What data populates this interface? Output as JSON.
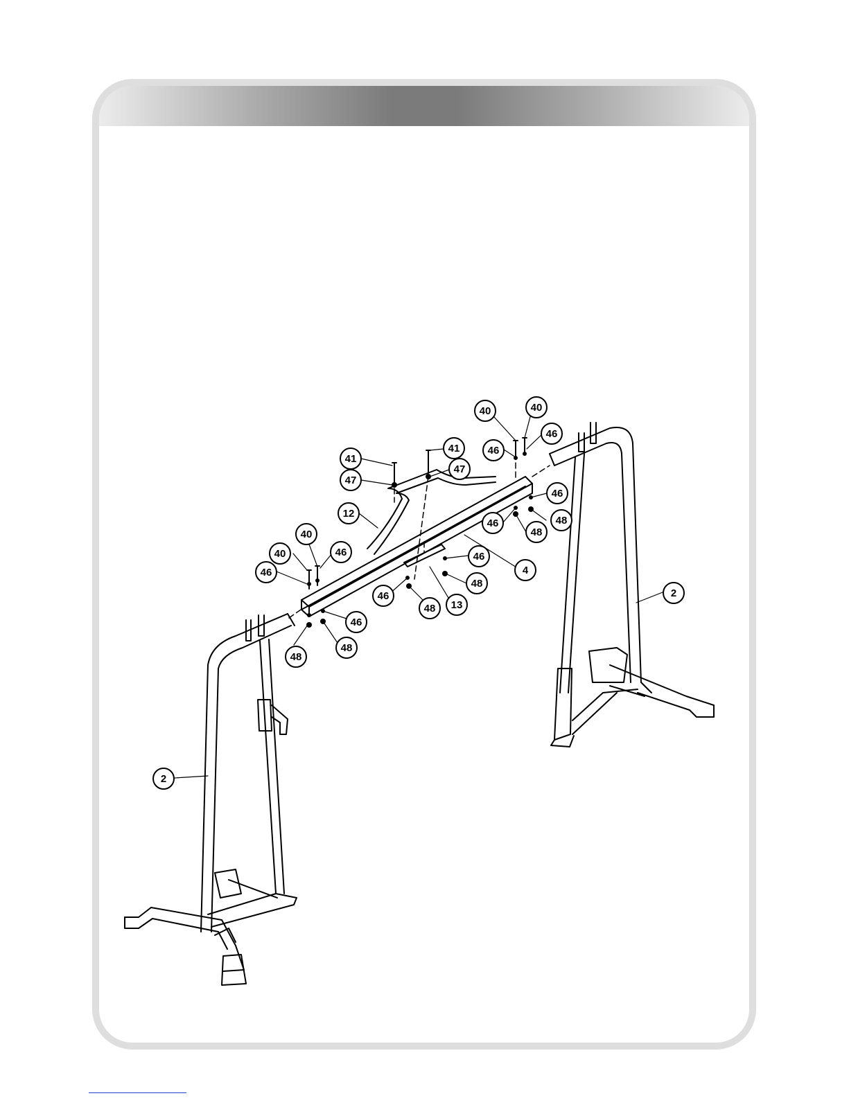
{
  "figure": {
    "callouts": [
      {
        "id": "c40a",
        "label": "40"
      },
      {
        "id": "c40b",
        "label": "40"
      },
      {
        "id": "c46a",
        "label": "46"
      },
      {
        "id": "c41a",
        "label": "41"
      },
      {
        "id": "c46b",
        "label": "46"
      },
      {
        "id": "c41b",
        "label": "41"
      },
      {
        "id": "c47a",
        "label": "47"
      },
      {
        "id": "c47b",
        "label": "47"
      },
      {
        "id": "c46c",
        "label": "46"
      },
      {
        "id": "c12",
        "label": "12"
      },
      {
        "id": "c46d",
        "label": "46"
      },
      {
        "id": "c48a",
        "label": "48"
      },
      {
        "id": "c48b",
        "label": "48"
      },
      {
        "id": "c40c",
        "label": "40"
      },
      {
        "id": "c46e",
        "label": "46"
      },
      {
        "id": "c40d",
        "label": "40"
      },
      {
        "id": "c46f",
        "label": "46"
      },
      {
        "id": "c4",
        "label": "4"
      },
      {
        "id": "c46g",
        "label": "46"
      },
      {
        "id": "c48c",
        "label": "48"
      },
      {
        "id": "c2r",
        "label": "2"
      },
      {
        "id": "c46h",
        "label": "46"
      },
      {
        "id": "c48d",
        "label": "48"
      },
      {
        "id": "c13",
        "label": "13"
      },
      {
        "id": "c46i",
        "label": "46"
      },
      {
        "id": "c48e",
        "label": "48"
      },
      {
        "id": "c48f",
        "label": "48"
      },
      {
        "id": "c2l",
        "label": "2"
      }
    ]
  }
}
